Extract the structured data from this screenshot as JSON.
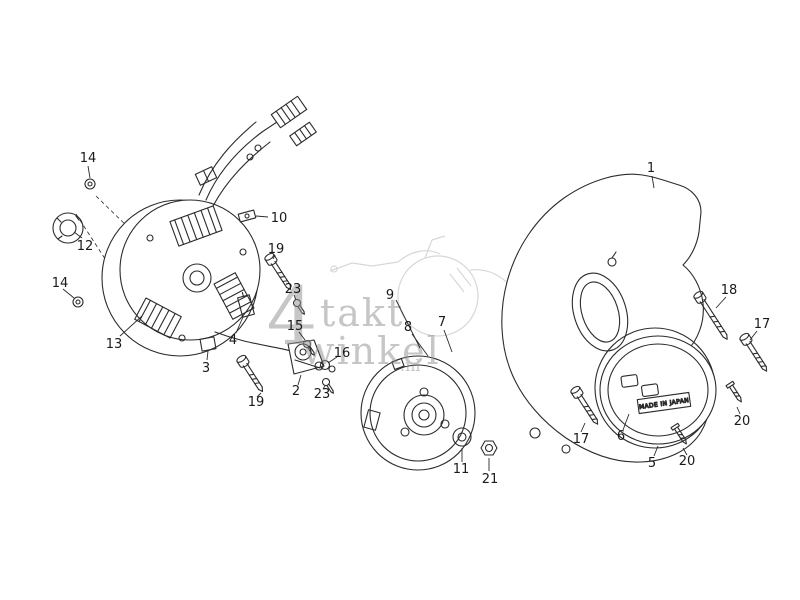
{
  "diagram": {
    "watermark": {
      "big": "4",
      "word1": "takt",
      "word2": "winkel",
      "suffix": ".nl"
    },
    "made_in": "MADE IN JAPAN"
  },
  "labels": {
    "l1": "1",
    "l2": "2",
    "l3": "3",
    "l4": "4",
    "l5": "5",
    "l6": "6",
    "l7": "7",
    "l8": "8",
    "l9": "9",
    "l10": "10",
    "l11": "11",
    "l12": "12",
    "l13": "13",
    "l14a": "14",
    "l14b": "14",
    "l15": "15",
    "l16": "16",
    "l17a": "17",
    "l17b": "17",
    "l18": "18",
    "l19a": "19",
    "l19b": "19",
    "l20a": "20",
    "l20b": "20",
    "l21": "21",
    "l23a": "23",
    "l23b": "23"
  }
}
